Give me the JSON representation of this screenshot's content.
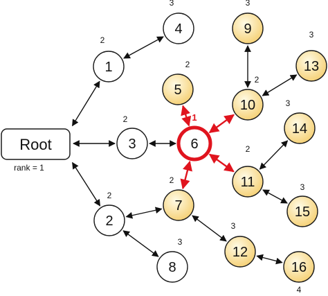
{
  "root": {
    "label": "Root",
    "rank_text": "rank = 1"
  },
  "nodes": [
    {
      "id": "1",
      "label": "1",
      "rank": "2",
      "style": "white"
    },
    {
      "id": "2",
      "label": "2",
      "rank": "2",
      "style": "white"
    },
    {
      "id": "3",
      "label": "3",
      "rank": "2",
      "style": "white"
    },
    {
      "id": "4",
      "label": "4",
      "rank": "3",
      "style": "white"
    },
    {
      "id": "5",
      "label": "5",
      "rank": "2",
      "style": "yellow"
    },
    {
      "id": "6",
      "label": "6",
      "rank": "1",
      "style": "highlight"
    },
    {
      "id": "7",
      "label": "7",
      "rank": "2",
      "style": "yellow"
    },
    {
      "id": "8",
      "label": "8",
      "rank": "3",
      "style": "white"
    },
    {
      "id": "9",
      "label": "9",
      "rank": "3",
      "style": "yellow"
    },
    {
      "id": "10",
      "label": "10",
      "rank": "2",
      "style": "yellow"
    },
    {
      "id": "11",
      "label": "11",
      "rank": "2",
      "style": "yellow"
    },
    {
      "id": "12",
      "label": "12",
      "rank": "3",
      "style": "yellow"
    },
    {
      "id": "13",
      "label": "13",
      "rank": "3",
      "style": "yellow"
    },
    {
      "id": "14",
      "label": "14",
      "rank": "3",
      "style": "yellow"
    },
    {
      "id": "15",
      "label": "15",
      "rank": "3",
      "style": "yellow"
    },
    {
      "id": "16",
      "label": "16",
      "rank": "4",
      "style": "yellow"
    }
  ],
  "edges": [
    {
      "from": "root",
      "to": "1",
      "color": "black"
    },
    {
      "from": "root",
      "to": "3",
      "color": "black"
    },
    {
      "from": "root",
      "to": "2",
      "color": "black"
    },
    {
      "from": "1",
      "to": "4",
      "color": "black"
    },
    {
      "from": "3",
      "to": "6",
      "color": "black"
    },
    {
      "from": "2",
      "to": "7",
      "color": "black"
    },
    {
      "from": "2",
      "to": "8",
      "color": "black"
    },
    {
      "from": "7",
      "to": "12",
      "color": "black"
    },
    {
      "from": "12",
      "to": "16",
      "color": "black"
    },
    {
      "from": "9",
      "to": "10",
      "color": "black"
    },
    {
      "from": "10",
      "to": "13",
      "color": "black"
    },
    {
      "from": "11",
      "to": "14",
      "color": "black"
    },
    {
      "from": "11",
      "to": "15",
      "color": "black"
    },
    {
      "from": "6",
      "to": "5",
      "color": "red"
    },
    {
      "from": "6",
      "to": "7",
      "color": "red"
    },
    {
      "from": "6",
      "to": "10",
      "color": "red"
    },
    {
      "from": "6",
      "to": "11",
      "color": "red"
    }
  ],
  "colors": {
    "node_stroke": "#1a1a1a",
    "white_fill": "#ffffff",
    "yellow_fill_light": "#fff9dc",
    "yellow_fill_dark": "#f6d27a",
    "highlight": "#e0141e",
    "edge": "#111111"
  }
}
